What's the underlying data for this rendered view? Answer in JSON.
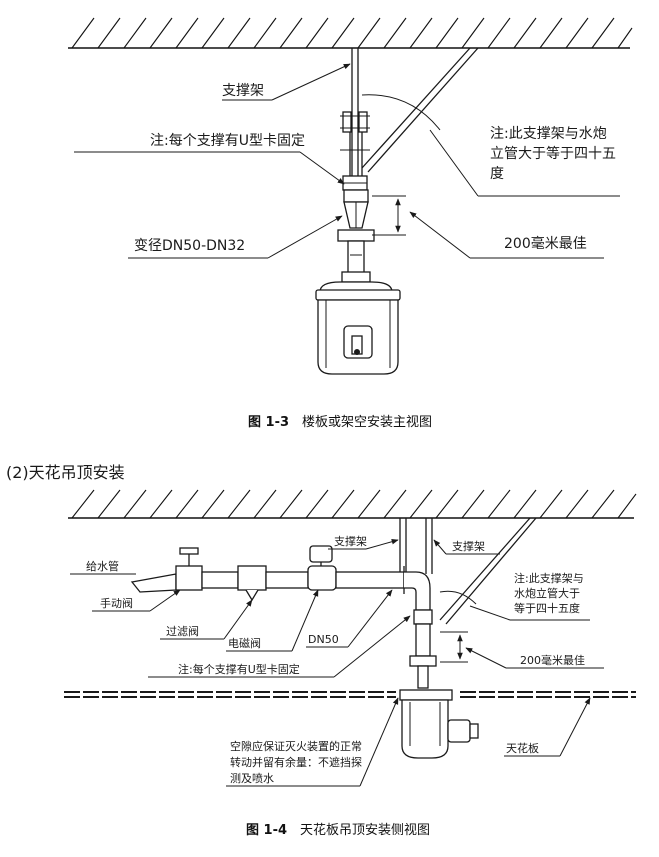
{
  "figure1": {
    "label_bracket": "支撑架",
    "label_ubolt": "注:每个支撑有U型卡固定",
    "label_reducer": "变径DN50-DN32",
    "note_line1": "注:此支撑架与水炮",
    "note_line2": "立管大于等于四十五",
    "note_line3": "度",
    "label_distance": "200毫米最佳",
    "caption_num": "图 1-3",
    "caption_text": "楼板或架空安装主视图"
  },
  "section_title": "(2)天花吊顶安装",
  "figure2": {
    "label_supply_pipe": "给水管",
    "label_manual_valve": "手动阀",
    "label_filter_valve": "过滤阀",
    "label_solenoid_valve": "电磁阀",
    "label_dn50": "DN50",
    "label_bracket_a": "支撑架",
    "label_bracket_b": "支撑架",
    "note_line1": "注:此支撑架与",
    "note_line2": "水炮立管大于",
    "note_line3": "等于四十五度",
    "label_distance": "200毫米最佳",
    "label_ubolt": "注:每个支撑有U型卡固定",
    "label_ceiling": "天花板",
    "clearance_line1": "空隙应保证灭火装置的正常",
    "clearance_line2": "转动并留有余量：不遮挡探",
    "clearance_line3": "测及喷水",
    "caption_num": "图 1-4",
    "caption_text": "天花板吊顶安装侧视图"
  }
}
